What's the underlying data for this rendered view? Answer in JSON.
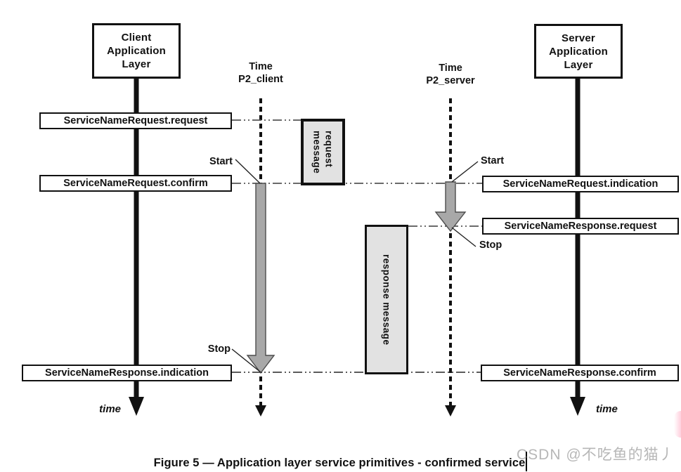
{
  "diagram": {
    "client_box": {
      "line1": "Client",
      "line2": "Application",
      "line3": "Layer"
    },
    "server_box": {
      "line1": "Server",
      "line2": "Application",
      "line3": "Layer"
    },
    "timers": {
      "client": {
        "line1": "Time",
        "line2": "P2_client"
      },
      "server": {
        "line1": "Time",
        "line2": "P2_server"
      }
    },
    "primitives": {
      "request_request": "ServiceNameRequest.request",
      "request_confirm": "ServiceNameRequest.confirm",
      "response_indication": "ServiceNameResponse.indication",
      "request_indication": "ServiceNameRequest.indication",
      "response_request": "ServiceNameResponse.request",
      "response_confirm": "ServiceNameResponse.confirm"
    },
    "messages": {
      "request": {
        "line1": "request",
        "line2": "message"
      },
      "response": "response message"
    },
    "markers": {
      "start_client": "Start",
      "stop_client": "Stop",
      "start_server": "Start",
      "stop_server": "Stop"
    },
    "time_axis": {
      "left": "time",
      "right": "time"
    }
  },
  "caption": "Figure 5 — Application layer service primitives - confirmed service",
  "watermark": "CSDN @不吃鱼的猫丿",
  "colors": {
    "timer_arrow_gray": "#a8a8a8",
    "message_box_fill": "#e2e2e2",
    "line_black": "#111111",
    "dash_dot_gray": "#555555",
    "watermark_gray": "#aaaaaa",
    "badge_pink": "#ffc3d4"
  }
}
